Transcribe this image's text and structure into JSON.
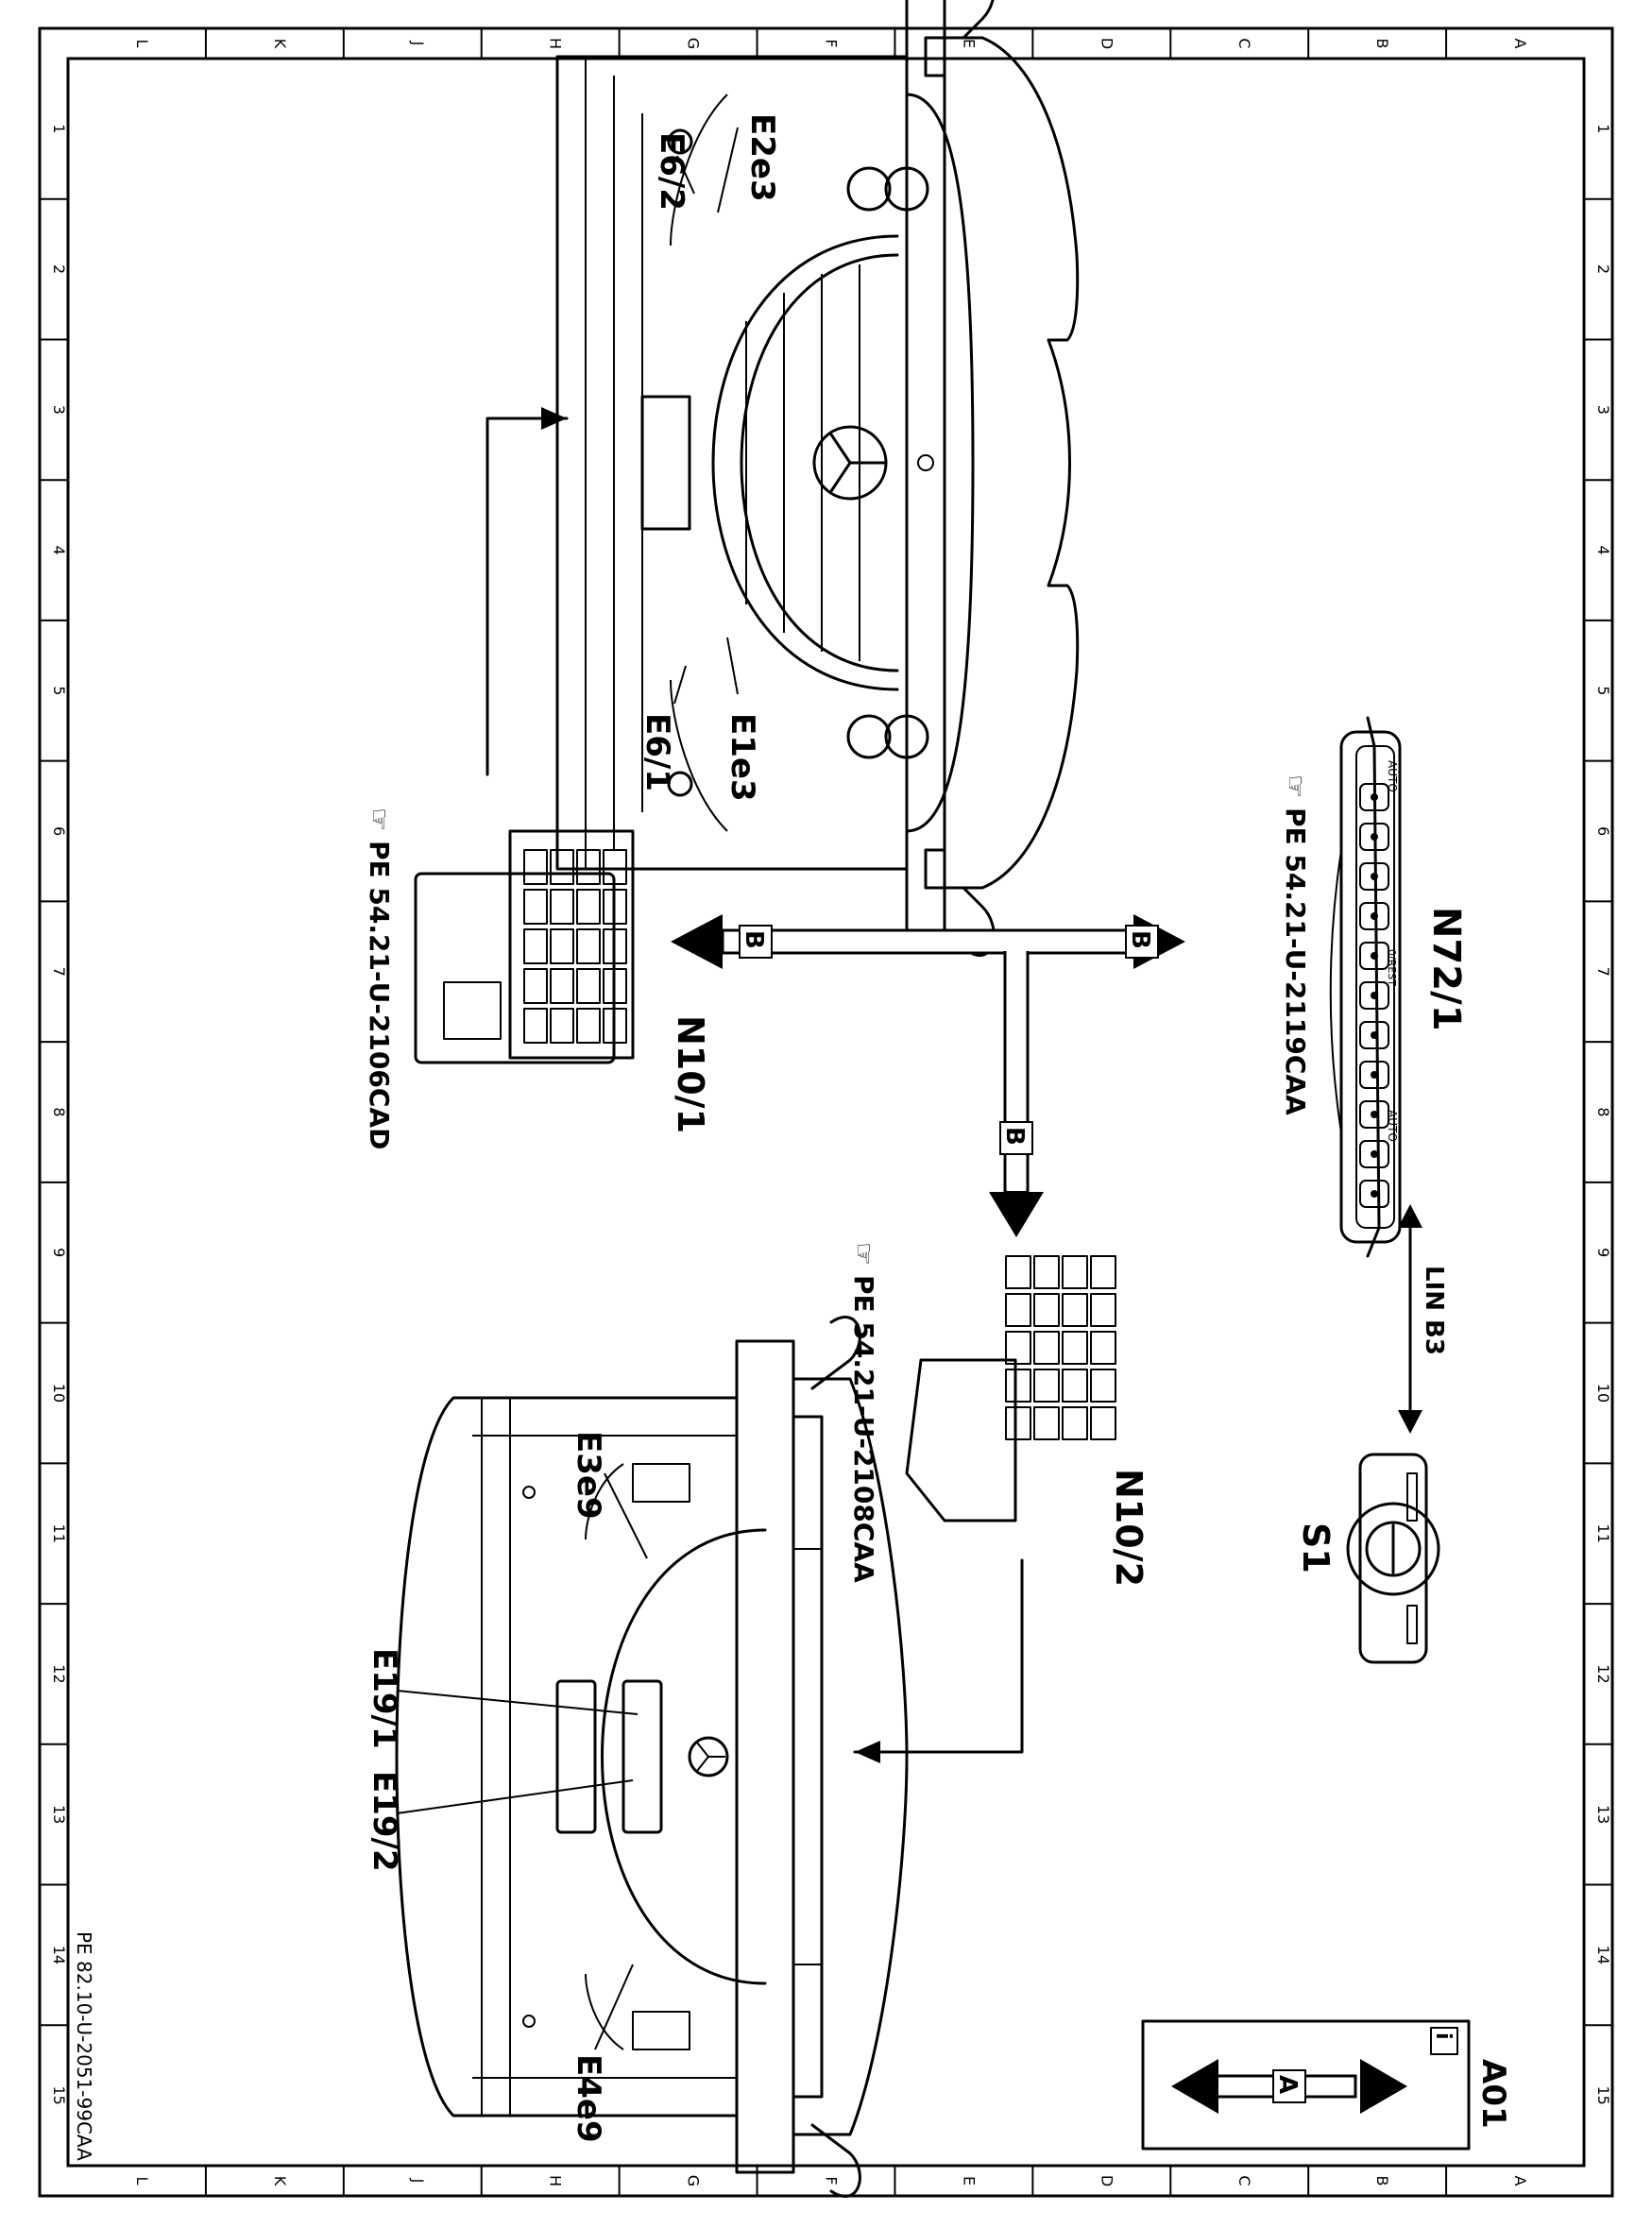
{
  "sheet": {
    "zone_letters": [
      "L",
      "K",
      "J",
      "H",
      "G",
      "F",
      "E",
      "D",
      "C",
      "B",
      "A"
    ],
    "zone_numbers": [
      "1",
      "2",
      "3",
      "4",
      "5",
      "6",
      "7",
      "8",
      "9",
      "10",
      "11",
      "12",
      "13",
      "14",
      "15"
    ],
    "drawing_number": "PE 82.10-U-2051-99CAA"
  },
  "components": {
    "front_car": {
      "labels": {
        "e2e3": "E2e3",
        "e62": "E6/2",
        "e1e3": "E1e3",
        "e61": "E6/1"
      }
    },
    "rear_car": {
      "labels": {
        "e3e9": "E3e9",
        "e191": "E19/1",
        "e192": "E19/2",
        "e4e9": "E4e9"
      }
    },
    "n10_1": {
      "label": "N10/1",
      "ref": "PE 54.21-U-2106CAD"
    },
    "n72_1": {
      "label": "N72/1",
      "ref": "PE 54.21-U-2119CAA",
      "panel_text": [
        "AUTO",
        "0/REST",
        "AUTO"
      ]
    },
    "n10_2": {
      "label": "N10/2",
      "ref": "PE 54.21-U-2108CAA"
    },
    "s1": {
      "label": "S1"
    },
    "lin": {
      "label": "LIN B3"
    }
  },
  "bus": {
    "marker": "B"
  },
  "legend": {
    "code": "A01",
    "info_icon": "info-icon",
    "marker": "A"
  }
}
